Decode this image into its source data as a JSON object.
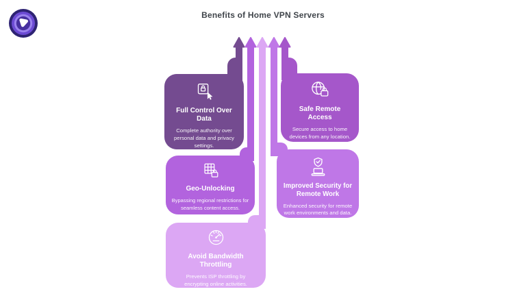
{
  "title": "Benefits of Home VPN Servers",
  "title_color": "#3F444A",
  "background_color": "#FFFFFF",
  "logo": {
    "icon": "vpn-play-logo-icon",
    "colors": {
      "outer": "#2E2373",
      "ring": "#6C4BD4",
      "inner_ring": "#9B82EE",
      "core": "#47309F",
      "glyph": "#FFFFFF"
    }
  },
  "flow": {
    "direction": "up",
    "arrow_count": 5,
    "description": "Five vertical arrows point upward; each arrow stems from one benefit card."
  },
  "cards": [
    {
      "id": "full-control",
      "title": "Full Control Over Data",
      "body": "Complete authority over personal data and privacy settings.",
      "color": "#744B90",
      "icon": "privacy-control-icon"
    },
    {
      "id": "safe-remote-access",
      "title": "Safe Remote Access",
      "body": "Secure access to home devices from any location.",
      "color": "#A557CA",
      "icon": "globe-lock-icon"
    },
    {
      "id": "geo-unlocking",
      "title": "Geo-Unlocking",
      "body": "Bypassing regional restrictions for seamless content access.",
      "color": "#B263DE",
      "icon": "grid-lock-icon"
    },
    {
      "id": "remote-work-security",
      "title": "Improved Security for Remote Work",
      "body": "Enhanced security for remote work environments and data.",
      "color": "#BF77E7",
      "icon": "laptop-shield-icon"
    },
    {
      "id": "avoid-throttling",
      "title": "Avoid Bandwidth Throttling",
      "body": "Prevents ISP throttling by encrypting online activities.",
      "color": "#DCA7F4",
      "icon": "speedometer-icon"
    }
  ]
}
